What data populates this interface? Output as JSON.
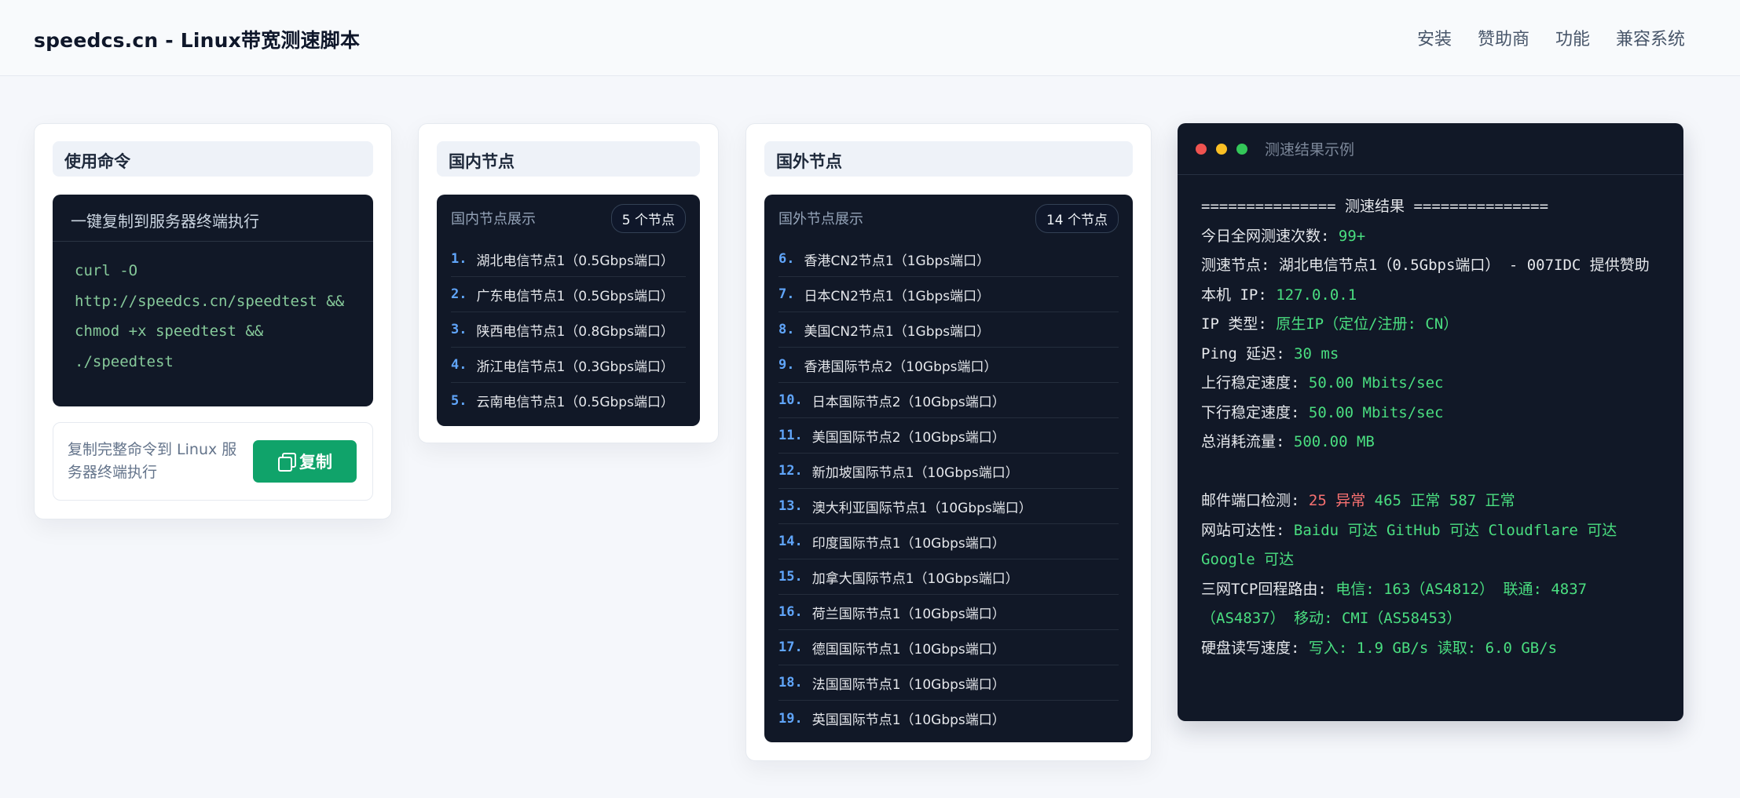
{
  "header": {
    "brand": "speedcs.cn - Linux带宽测速脚本",
    "nav": [
      "安装",
      "赞助商",
      "功能",
      "兼容系统"
    ]
  },
  "usage": {
    "title": "使用命令",
    "panel_title": "一键复制到服务器终端执行",
    "code": "curl -O\nhttp://speedcs.cn/speedtest &&\nchmod +x speedtest &&\n./speedtest",
    "hint": "复制完整命令到 Linux 服务器终端执行",
    "copy_label": "复制"
  },
  "domestic": {
    "title": "国内节点",
    "panel_label": "国内节点展示",
    "count": "5 个节点",
    "nodes": [
      {
        "num": "1.",
        "name": "湖北电信节点1（0.5Gbps端口）"
      },
      {
        "num": "2.",
        "name": "广东电信节点1（0.5Gbps端口）"
      },
      {
        "num": "3.",
        "name": "陕西电信节点1（0.8Gbps端口）"
      },
      {
        "num": "4.",
        "name": "浙江电信节点1（0.3Gbps端口）"
      },
      {
        "num": "5.",
        "name": "云南电信节点1（0.5Gbps端口）"
      }
    ]
  },
  "international": {
    "title": "国外节点",
    "panel_label": "国外节点展示",
    "count": "14 个节点",
    "nodes": [
      {
        "num": "6.",
        "name": "香港CN2节点1（1Gbps端口）"
      },
      {
        "num": "7.",
        "name": "日本CN2节点1（1Gbps端口）"
      },
      {
        "num": "8.",
        "name": "美国CN2节点1（1Gbps端口）"
      },
      {
        "num": "9.",
        "name": "香港国际节点2（10Gbps端口）"
      },
      {
        "num": "10.",
        "name": "日本国际节点2（10Gbps端口）"
      },
      {
        "num": "11.",
        "name": "美国国际节点2（10Gbps端口）"
      },
      {
        "num": "12.",
        "name": "新加坡国际节点1（10Gbps端口）"
      },
      {
        "num": "13.",
        "name": "澳大利亚国际节点1（10Gbps端口）"
      },
      {
        "num": "14.",
        "name": "印度国际节点1（10Gbps端口）"
      },
      {
        "num": "15.",
        "name": "加拿大国际节点1（10Gbps端口）"
      },
      {
        "num": "16.",
        "name": "荷兰国际节点1（10Gbps端口）"
      },
      {
        "num": "17.",
        "name": "德国国际节点1（10Gbps端口）"
      },
      {
        "num": "18.",
        "name": "法国国际节点1（10Gbps端口）"
      },
      {
        "num": "19.",
        "name": "英国国际节点1（10Gbps端口）"
      }
    ]
  },
  "terminal": {
    "title": "测速结果示例",
    "lines": [
      [
        {
          "t": "=============== 测速结果 ==============="
        }
      ],
      [
        {
          "t": "今日全网测速次数: "
        },
        {
          "t": "99+",
          "c": "g"
        }
      ],
      [
        {
          "t": "测速节点: 湖北电信节点1（0.5Gbps端口） - 007IDC 提供赞助"
        }
      ],
      [
        {
          "t": "本机 IP: "
        },
        {
          "t": "127.0.0.1",
          "c": "g"
        }
      ],
      [
        {
          "t": "IP 类型: "
        },
        {
          "t": "原生IP（定位/注册: CN）",
          "c": "g"
        }
      ],
      [
        {
          "t": "Ping 延迟: "
        },
        {
          "t": "30 ms",
          "c": "g"
        }
      ],
      [
        {
          "t": "上行稳定速度: "
        },
        {
          "t": "50.00 Mbits/sec",
          "c": "g"
        }
      ],
      [
        {
          "t": "下行稳定速度: "
        },
        {
          "t": "50.00 Mbits/sec",
          "c": "g"
        }
      ],
      [
        {
          "t": "总消耗流量: "
        },
        {
          "t": "500.00 MB",
          "c": "g"
        }
      ],
      [],
      [
        {
          "t": "邮件端口检测: "
        },
        {
          "t": "25 异常",
          "c": "r"
        },
        {
          "t": " "
        },
        {
          "t": "465 正常",
          "c": "g"
        },
        {
          "t": " "
        },
        {
          "t": "587 正常",
          "c": "g"
        }
      ],
      [
        {
          "t": "网站可达性: "
        },
        {
          "t": "Baidu 可达 GitHub 可达 Cloudflare 可达 Google 可达",
          "c": "g"
        }
      ],
      [
        {
          "t": "三网TCP回程路由: "
        },
        {
          "t": "电信: 163（AS4812）  联通: 4837（AS4837）  移动: CMI（AS58453）",
          "c": "g"
        }
      ],
      [
        {
          "t": "硬盘读写速度: "
        },
        {
          "t": "写入: 1.9 GB/s  读取: 6.0 GB/s",
          "c": "g"
        }
      ]
    ]
  }
}
